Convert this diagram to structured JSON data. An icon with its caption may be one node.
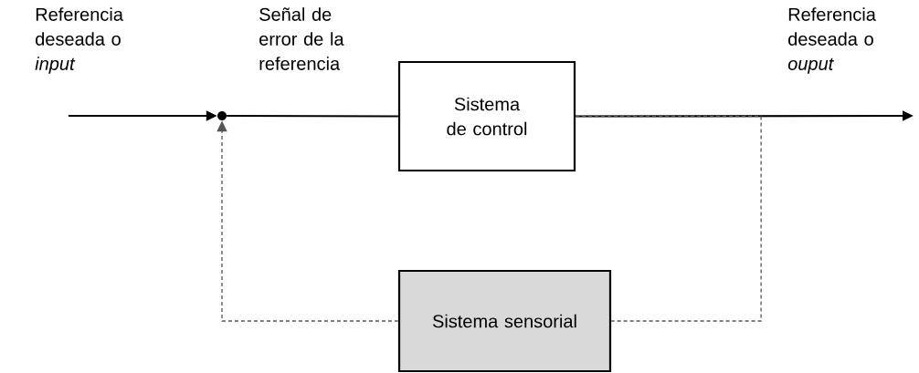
{
  "diagram": {
    "nodes": [
      {
        "text": [
          "Sistema de control"
        ]
      },
      {
        "text": [
          "Sistema sensorial"
        ]
      },
      {
        "text": [],
        "shape": "circle"
      }
    ],
    "edges": [
      {
        "from": null,
        "to": 2,
        "arrow": "to"
      },
      {
        "from": 2,
        "to": 0,
        "arrow": "none"
      },
      {
        "from": 0,
        "to": null,
        "arrow": "to"
      },
      {
        "from": 0,
        "to": 1,
        "arrow": "none",
        "style": "dashed"
      },
      {
        "from": 1,
        "to": 2,
        "arrow": "to",
        "style": "dashed"
      }
    ],
    "labels": [
      "Referencia deseada o *input*",
      "Señal de error de la referencia",
      "Referencia deseada o *ouput*"
    ]
  }
}
